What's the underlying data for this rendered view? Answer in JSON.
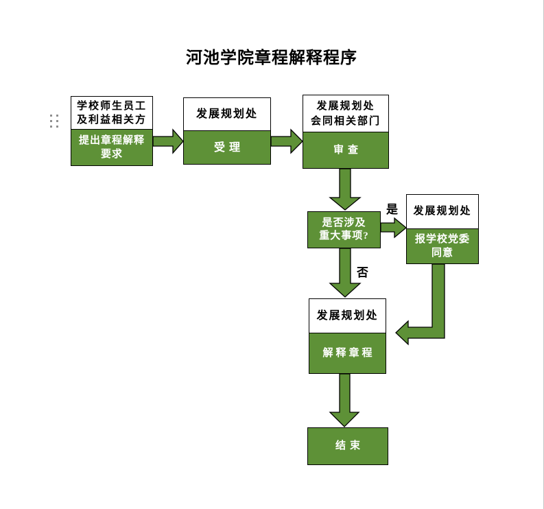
{
  "page": {
    "title": "河池学院章程解释程序"
  },
  "colors": {
    "node_green": "#5e9137",
    "arrow_green": "#5e9137",
    "node_border": "#000000",
    "text_on_green": "#ffffff",
    "text_on_white": "#000000",
    "handle_gray": "#8f8f8f"
  },
  "flowchart": {
    "nodes": {
      "request": {
        "actor_line1": "学校师生员工",
        "actor_line2": "及利益相关方",
        "action_line1": "提出章程解释",
        "action_line2": "要求"
      },
      "accept": {
        "actor": "发展规划处",
        "action": "受理"
      },
      "review": {
        "actor_line1": "发展规划处",
        "actor_line2": "会同相关部门",
        "action": "审查"
      },
      "decision": {
        "question_line1": "是否涉及",
        "question_line2": "重大事项?"
      },
      "approve": {
        "actor": "发展规划处",
        "action_line1": "报学校党委",
        "action_line2": "同意"
      },
      "interpret": {
        "actor": "发展规划处",
        "action": "解释章程"
      },
      "end": {
        "label": "结束"
      }
    },
    "branch_labels": {
      "yes": "是",
      "no": "否"
    }
  }
}
